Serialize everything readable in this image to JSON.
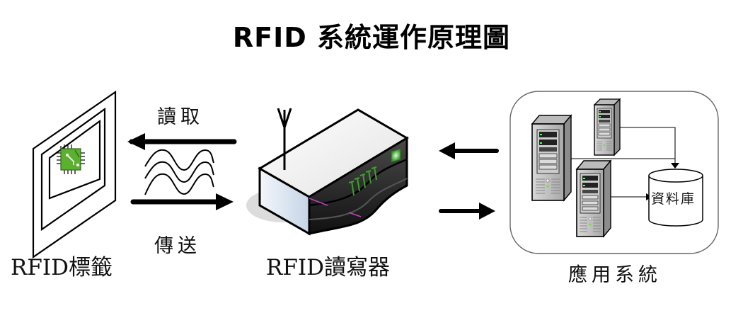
{
  "title": "RFID 系統運作原理圖",
  "tag": {
    "label": "RFID標籤"
  },
  "reader": {
    "label": "RFID讀寫器"
  },
  "app_system": {
    "label": "應用系統",
    "database_label": "資料庫"
  },
  "links": {
    "read_label": "讀取",
    "send_label": "傳送"
  },
  "colors": {
    "chip_green": "#5cb030",
    "led_green": "#3ea02a",
    "reader_top": "#eeeeee",
    "reader_side": "#cfdcea",
    "reader_body": "#222222",
    "accent_magenta": "#c040c0"
  }
}
